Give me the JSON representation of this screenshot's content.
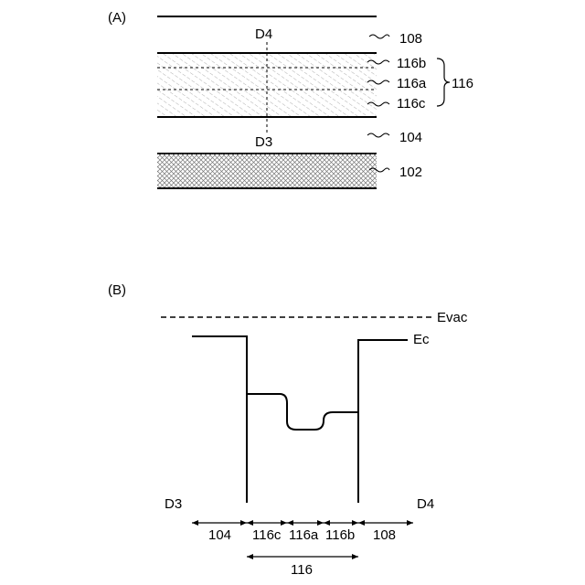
{
  "panel_a": {
    "label": "(A)",
    "cut_top": "D4",
    "cut_bottom": "D3",
    "refs": {
      "r108": "108",
      "r116b": "116b",
      "r116a": "116a",
      "r116c": "116c",
      "r116": "116",
      "r104": "104",
      "r102": "102"
    }
  },
  "panel_b": {
    "label": "(B)",
    "evac": "Evac",
    "ec": "Ec",
    "left_end": "D3",
    "right_end": "D4",
    "regions": {
      "r104": "104",
      "r116c": "116c",
      "r116a": "116a",
      "r116b": "116b",
      "r108": "108"
    },
    "span": "116"
  }
}
